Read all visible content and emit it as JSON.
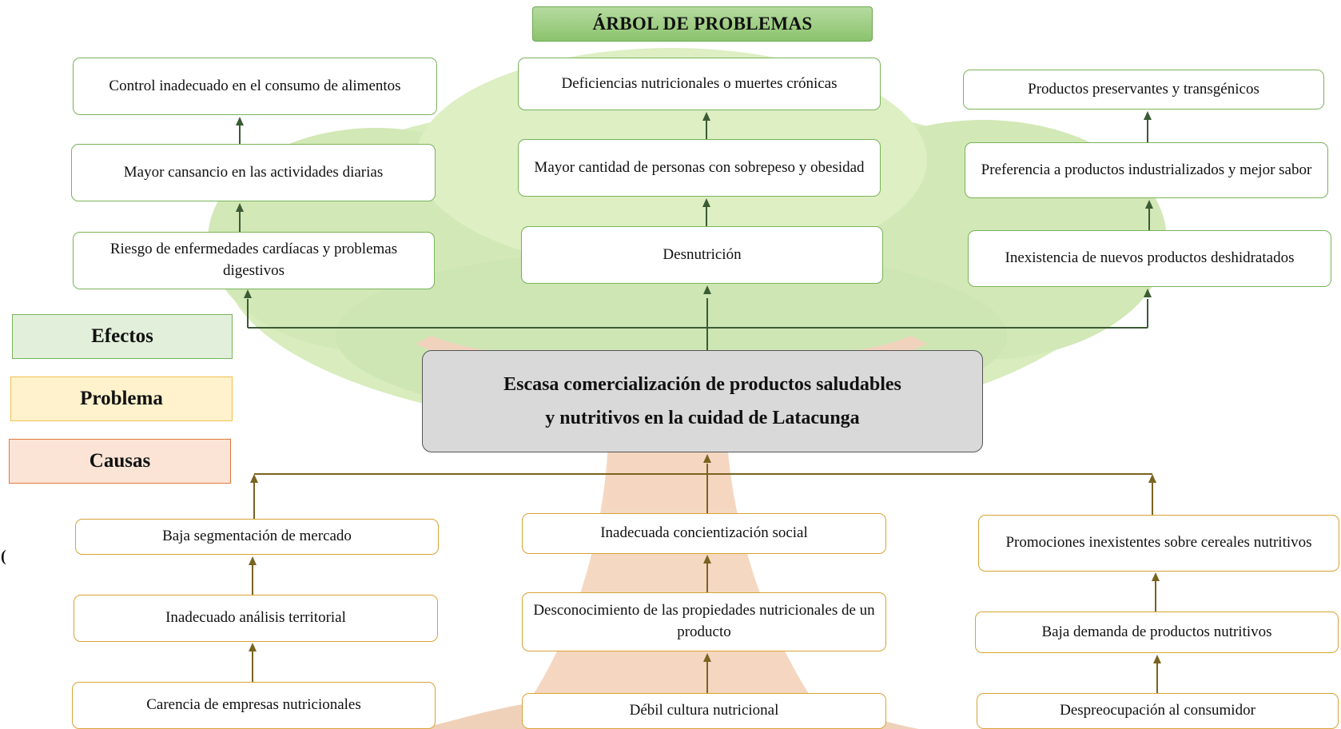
{
  "title": "ÁRBOL DE PROBLEMAS",
  "legend": {
    "effects": "Efectos",
    "problem": "Problema",
    "causes": "Causas"
  },
  "central_problem": {
    "line1": "Escasa comercialización de productos saludables",
    "line2": "y nutritivos en la cuidad de Latacunga"
  },
  "effects": {
    "left": [
      "Control inadecuado en el consumo de alimentos",
      "Mayor cansancio en las actividades diarias",
      "Riesgo de enfermedades cardíacas y problemas digestivos"
    ],
    "center": [
      "Deficiencias nutricionales o muertes crónicas",
      "Mayor cantidad de personas con sobrepeso y obesidad",
      "Desnutrición"
    ],
    "right": [
      "Productos preservantes y transgénicos",
      "Preferencia a productos industrializados y mejor sabor",
      "Inexistencia de nuevos productos deshidratados"
    ]
  },
  "causes": {
    "left": [
      "Baja segmentación de mercado",
      "Inadecuado análisis territorial",
      "Carencia de empresas nutricionales"
    ],
    "center": [
      "Inadecuada concientización social",
      "Desconocimiento de las propiedades nutricionales de un producto",
      "Débil cultura nutricional"
    ],
    "right": [
      "Promociones inexistentes sobre cereales nutritivos",
      "Baja demanda de productos nutritivos",
      "Despreocupación al consumidor"
    ]
  },
  "stray_mark": "(",
  "colors": {
    "effect_border": "#79b35a",
    "cause_border": "#d6a436",
    "effects_legend_fill": "#e2efda",
    "problem_legend_fill": "#fff2cc",
    "causes_legend_fill": "#fbe4d5",
    "problem_fill": "#d9d9d9",
    "title_fill": "#8bc36d",
    "effect_connector": "#3b5b34",
    "cause_connector": "#7a6320"
  }
}
